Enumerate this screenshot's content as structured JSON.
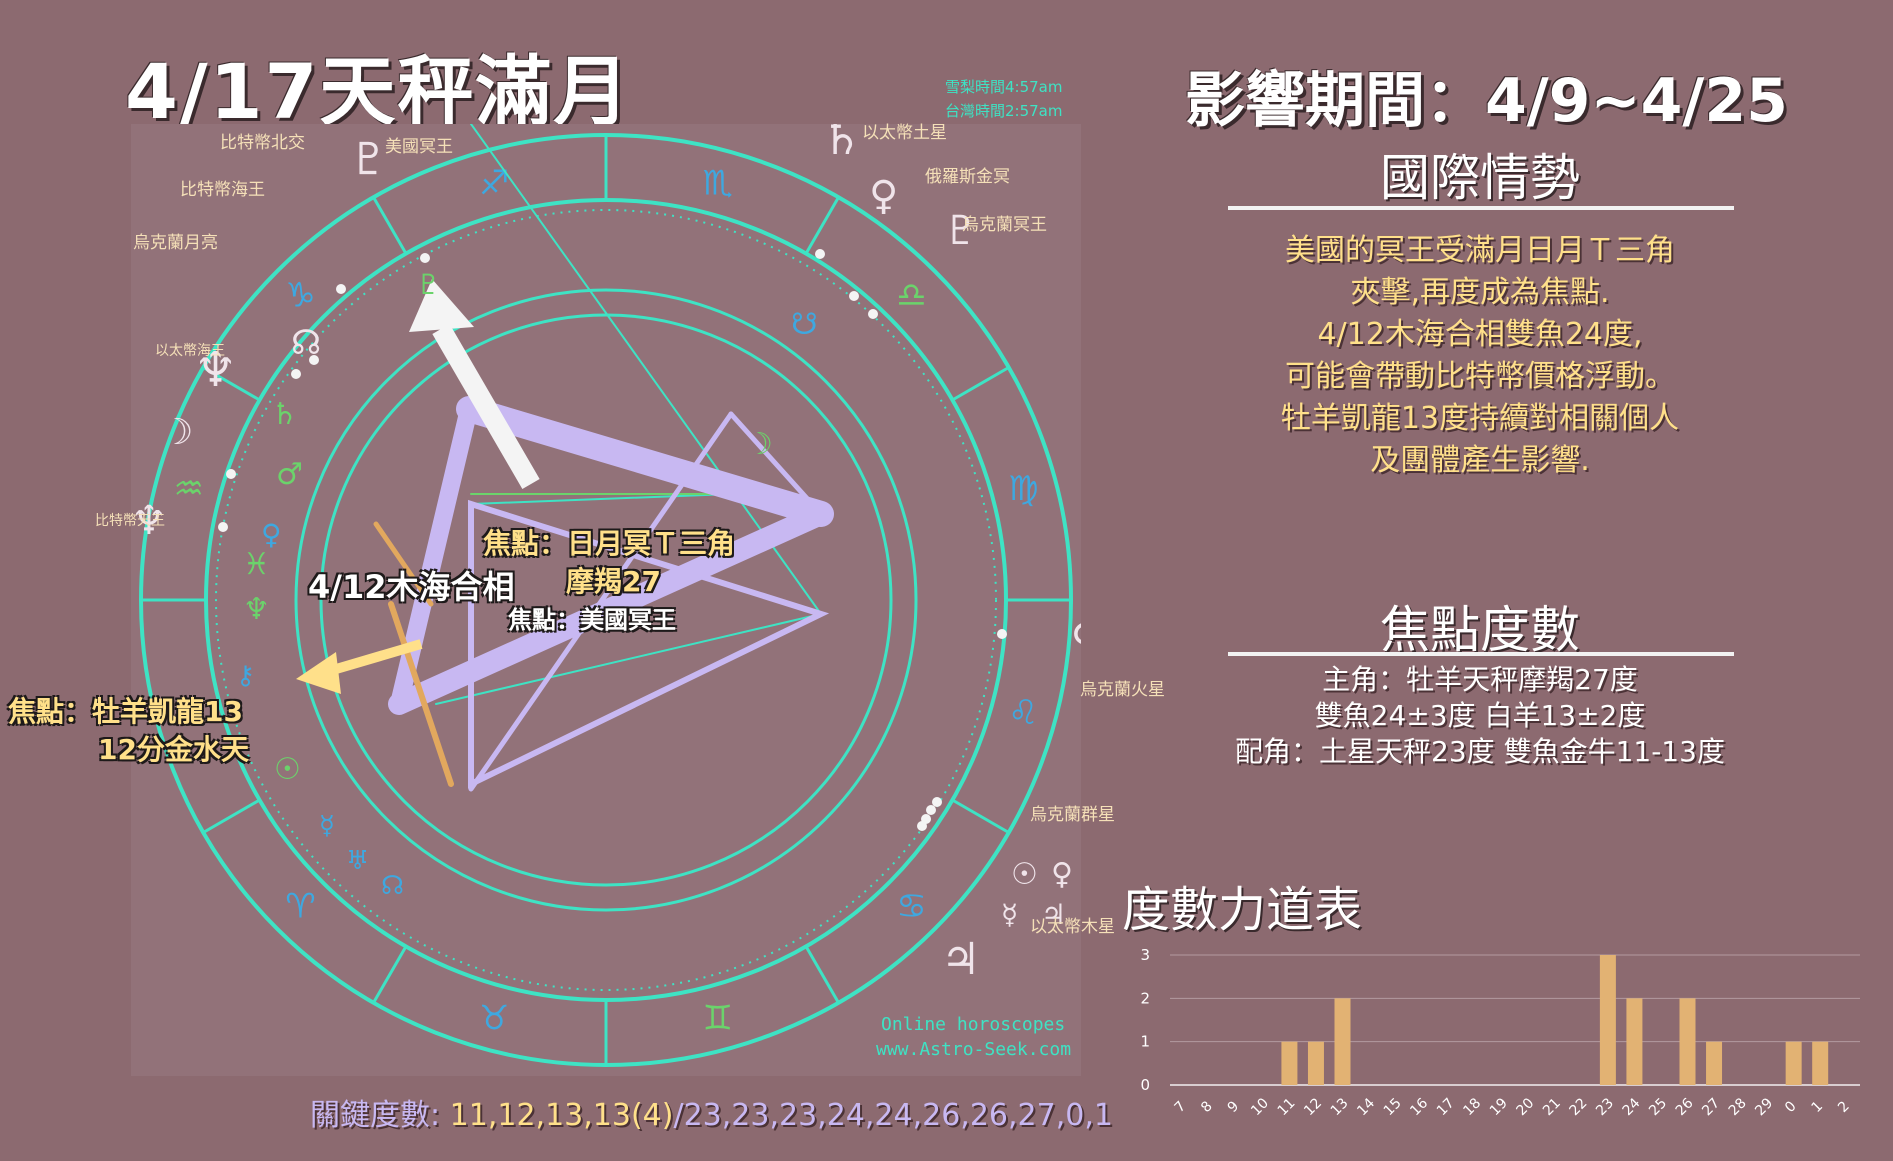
{
  "title": "4/17天秤滿月",
  "time_notes": {
    "sydney": "雪梨時間4:57am",
    "taiwan": "台灣時間2:57am"
  },
  "period": "影響期間：4/9~4/25",
  "intl": {
    "heading": "國際情勢",
    "lines": [
      "美國的冥王受滿月日月Ｔ三角",
      "夾擊,再度成為焦點.",
      "4/12木海合相雙魚24度,",
      "可能會帶動比特幣價格浮動。",
      "牡羊凱龍13度持續對相關個人",
      "及團體產生影響."
    ]
  },
  "focus": {
    "heading": "焦點度數",
    "lines": [
      "主角：牡羊天秤摩羯27度",
      "雙魚24±3度 白羊13±2度",
      "配角：土星天秤23度 雙魚金牛11-13度"
    ]
  },
  "callouts": {
    "focus_tsquare_1": "焦點：日月冥Ｔ三角",
    "focus_tsquare_2": "摩羯27",
    "jup_nep": "4/12木海合相",
    "focus_us_pluto": "焦點：美國冥王",
    "focus_chiron_1": "焦點：牡羊凱龍13",
    "focus_chiron_2": "12分金水天"
  },
  "wheel_labels": {
    "btc_node": "比特幣北交",
    "btc_neptune": "比特幣海王",
    "ukr_moon": "烏克蘭月亮",
    "eth_neptune": "以太幣海王",
    "btc_uranus": "比特幣天王",
    "us_pluto": "美國冥王",
    "eth_saturn": "以太幣土星",
    "ru_pluto_venus": "俄羅斯金冥",
    "ukr_pluto": "烏克蘭冥王",
    "ukr_mars": "烏克蘭火星",
    "ukr_group": "烏克蘭群星",
    "eth_jupiter": "以太幣木星"
  },
  "watermark": [
    "Online horoscopes",
    "www.Astro-Seek.com"
  ],
  "key_degrees": {
    "label": "關鍵度數: ",
    "gold_part": "11,12,13,13(4)",
    "rest": "/23,23,23,24,24,26,26,27,0,1"
  },
  "colors": {
    "background": "#8c6a70",
    "wheel": "#3ee3c4",
    "aspect_lavender": "#c8b8f2",
    "gold": "#ffe08a",
    "bar": "#e2b273"
  },
  "chart_data": {
    "type": "bar",
    "title": "度數力道表",
    "categories": [
      "7",
      "8",
      "9",
      "10",
      "11",
      "12",
      "13",
      "14",
      "15",
      "16",
      "17",
      "18",
      "19",
      "20",
      "21",
      "22",
      "23",
      "24",
      "25",
      "26",
      "27",
      "28",
      "29",
      "0",
      "1",
      "2"
    ],
    "values": [
      0,
      0,
      0,
      0,
      1,
      1,
      2,
      0,
      0,
      0,
      0,
      0,
      0,
      0,
      0,
      0,
      3,
      2,
      0,
      2,
      1,
      0,
      0,
      1,
      1,
      0
    ],
    "ylim": [
      0,
      3
    ],
    "yticks": [
      0,
      1,
      2,
      3
    ],
    "grid": true
  }
}
